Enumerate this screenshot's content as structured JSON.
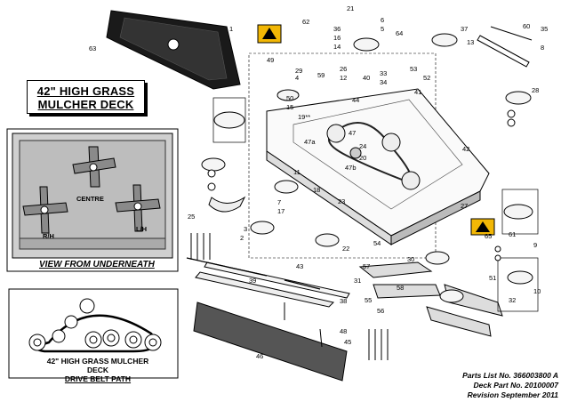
{
  "title": {
    "line1": "42\" HIGH GRASS",
    "line2": "MULCHER DECK"
  },
  "underneath_view": {
    "caption": "VIEW FROM UNDERNEATH",
    "labels": {
      "centre": "CENTRE",
      "rh": "R/H",
      "lh": "L/H"
    }
  },
  "belt_path": {
    "caption_line1": "42\" HIGH GRASS MULCHER DECK",
    "caption_line2": "DRIVE BELT PATH"
  },
  "footer": {
    "parts_list": "Parts List No. 366003800 A",
    "deck_part": "Deck Part No. 20100007",
    "revision": "Revision September 2011"
  },
  "callouts": {
    "c1": "1",
    "c63": "63",
    "c62": "62",
    "c21": "21",
    "c6a": "6",
    "c5a": "5",
    "c36": "36",
    "c16": "16",
    "c14": "14",
    "c64": "64",
    "c60": "60",
    "c35": "35",
    "c8": "8",
    "c37": "37",
    "c13a": "13",
    "c49": "49",
    "c29": "29",
    "c4a": "4",
    "c59": "59",
    "c26": "26",
    "c12": "12",
    "c40": "40",
    "c53a": "53",
    "c33": "33",
    "c52": "52",
    "c34a": "34",
    "c41": "41",
    "c44": "44",
    "c15": "15",
    "c50": "50",
    "c19": "19**",
    "c28a": "28",
    "c47a": "47a",
    "c47b": "47b",
    "c24": "24",
    "c20": "20",
    "c11": "11",
    "c18": "18",
    "c23": "23",
    "c25": "25",
    "c27": "27",
    "c3": "3",
    "c2": "2",
    "c22": "22",
    "c7": "7",
    "c17": "17",
    "c54": "54",
    "c61": "61",
    "c9": "9",
    "c10a": "10",
    "c43": "43",
    "c39": "39",
    "c57": "57",
    "c58a": "58",
    "c56": "56",
    "c55": "55",
    "c30": "30",
    "c31": "31",
    "c32": "32",
    "c38": "38",
    "c48": "48",
    "c45": "45",
    "c46": "46",
    "c51": "51",
    "c42": "42",
    "c65": "65",
    "c47": "47"
  },
  "colors": {
    "line": "#000000",
    "panel_bg": "#cfcfcf",
    "warning_label": "#f2b705"
  }
}
